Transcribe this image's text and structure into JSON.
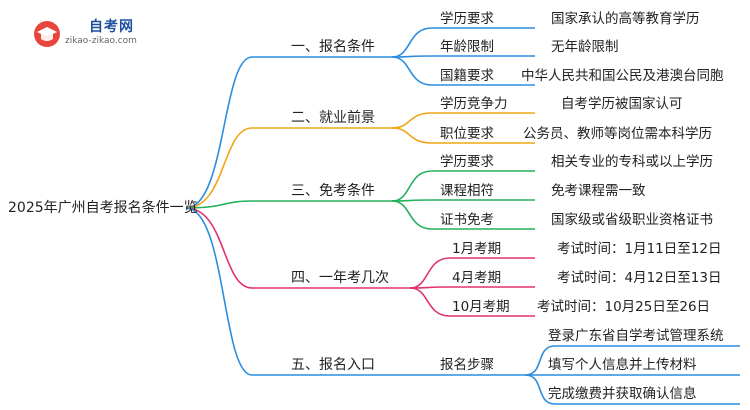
{
  "logo": {
    "name": "自考网",
    "url": "zikao-zikao.com"
  },
  "root": "2025年广州自考报名条件一览",
  "branches": [
    {
      "label": "一、报名条件",
      "color": "#2b8de0",
      "leaves": [
        {
          "label": "学历要求",
          "value": "国家承认的高等教育学历"
        },
        {
          "label": "年龄限制",
          "value": "无年龄限制"
        },
        {
          "label": "国籍要求",
          "value": "中华人民共和国公民及港澳台同胞"
        }
      ]
    },
    {
      "label": "二、就业前景",
      "color": "#f2a516",
      "leaves": [
        {
          "label": "学历竞争力",
          "value": "自考学历被国家认可"
        },
        {
          "label": "职位要求",
          "value": "公务员、教师等岗位需本科学历"
        }
      ]
    },
    {
      "label": "三、免考条件",
      "color": "#23b05a",
      "leaves": [
        {
          "label": "学历要求",
          "value": "相关专业的专科或以上学历"
        },
        {
          "label": "课程相符",
          "value": "免考课程需一致"
        },
        {
          "label": "证书免考",
          "value": "国家级或省级职业资格证书"
        }
      ]
    },
    {
      "label": "四、一年考几次",
      "color": "#e0336b",
      "leaves": [
        {
          "label": "1月考期",
          "value": "考试时间：1月11日至12日"
        },
        {
          "label": "4月考期",
          "value": "考试时间：4月12日至13日"
        },
        {
          "label": "10月考期",
          "value": "考试时间：10月25日至26日"
        }
      ]
    },
    {
      "label": "五、报名入口",
      "color": "#2b8de0",
      "leaves": [
        {
          "label": "报名步骤",
          "values": [
            "登录广东省自学考试管理系统",
            "填写个人信息并上传材料",
            "完成缴费并获取确认信息"
          ]
        }
      ]
    }
  ]
}
